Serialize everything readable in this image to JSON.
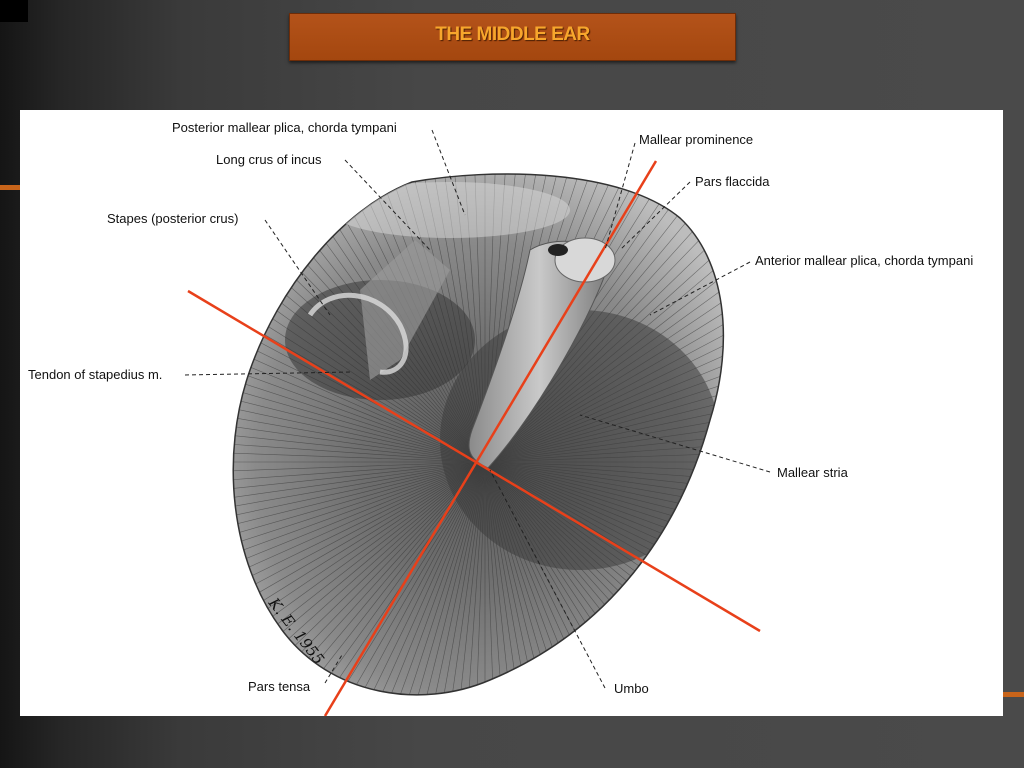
{
  "slide": {
    "title": "THE MIDDLE EAR",
    "colors": {
      "banner": "#a84a12",
      "title_text": "#f7a62c",
      "background": "#4a4a4a",
      "axis_lines": "#e8401a"
    }
  },
  "figure": {
    "signature": "K. E. 1955",
    "labels": {
      "posterior_mallear_plica": "Posterior mallear plica, chorda tympani",
      "long_crus_incus": "Long crus of incus",
      "stapes": "Stapes (posterior crus)",
      "tendon_stapedius": "Tendon of stapedius m.",
      "pars_tensa": "Pars tensa",
      "umbo": "Umbo",
      "mallear_stria": "Mallear stria",
      "anterior_mallear_plica": "Anterior mallear plica, chorda tympani",
      "pars_flaccida": "Pars flaccida",
      "mallear_prominence": "Mallear prominence"
    }
  }
}
